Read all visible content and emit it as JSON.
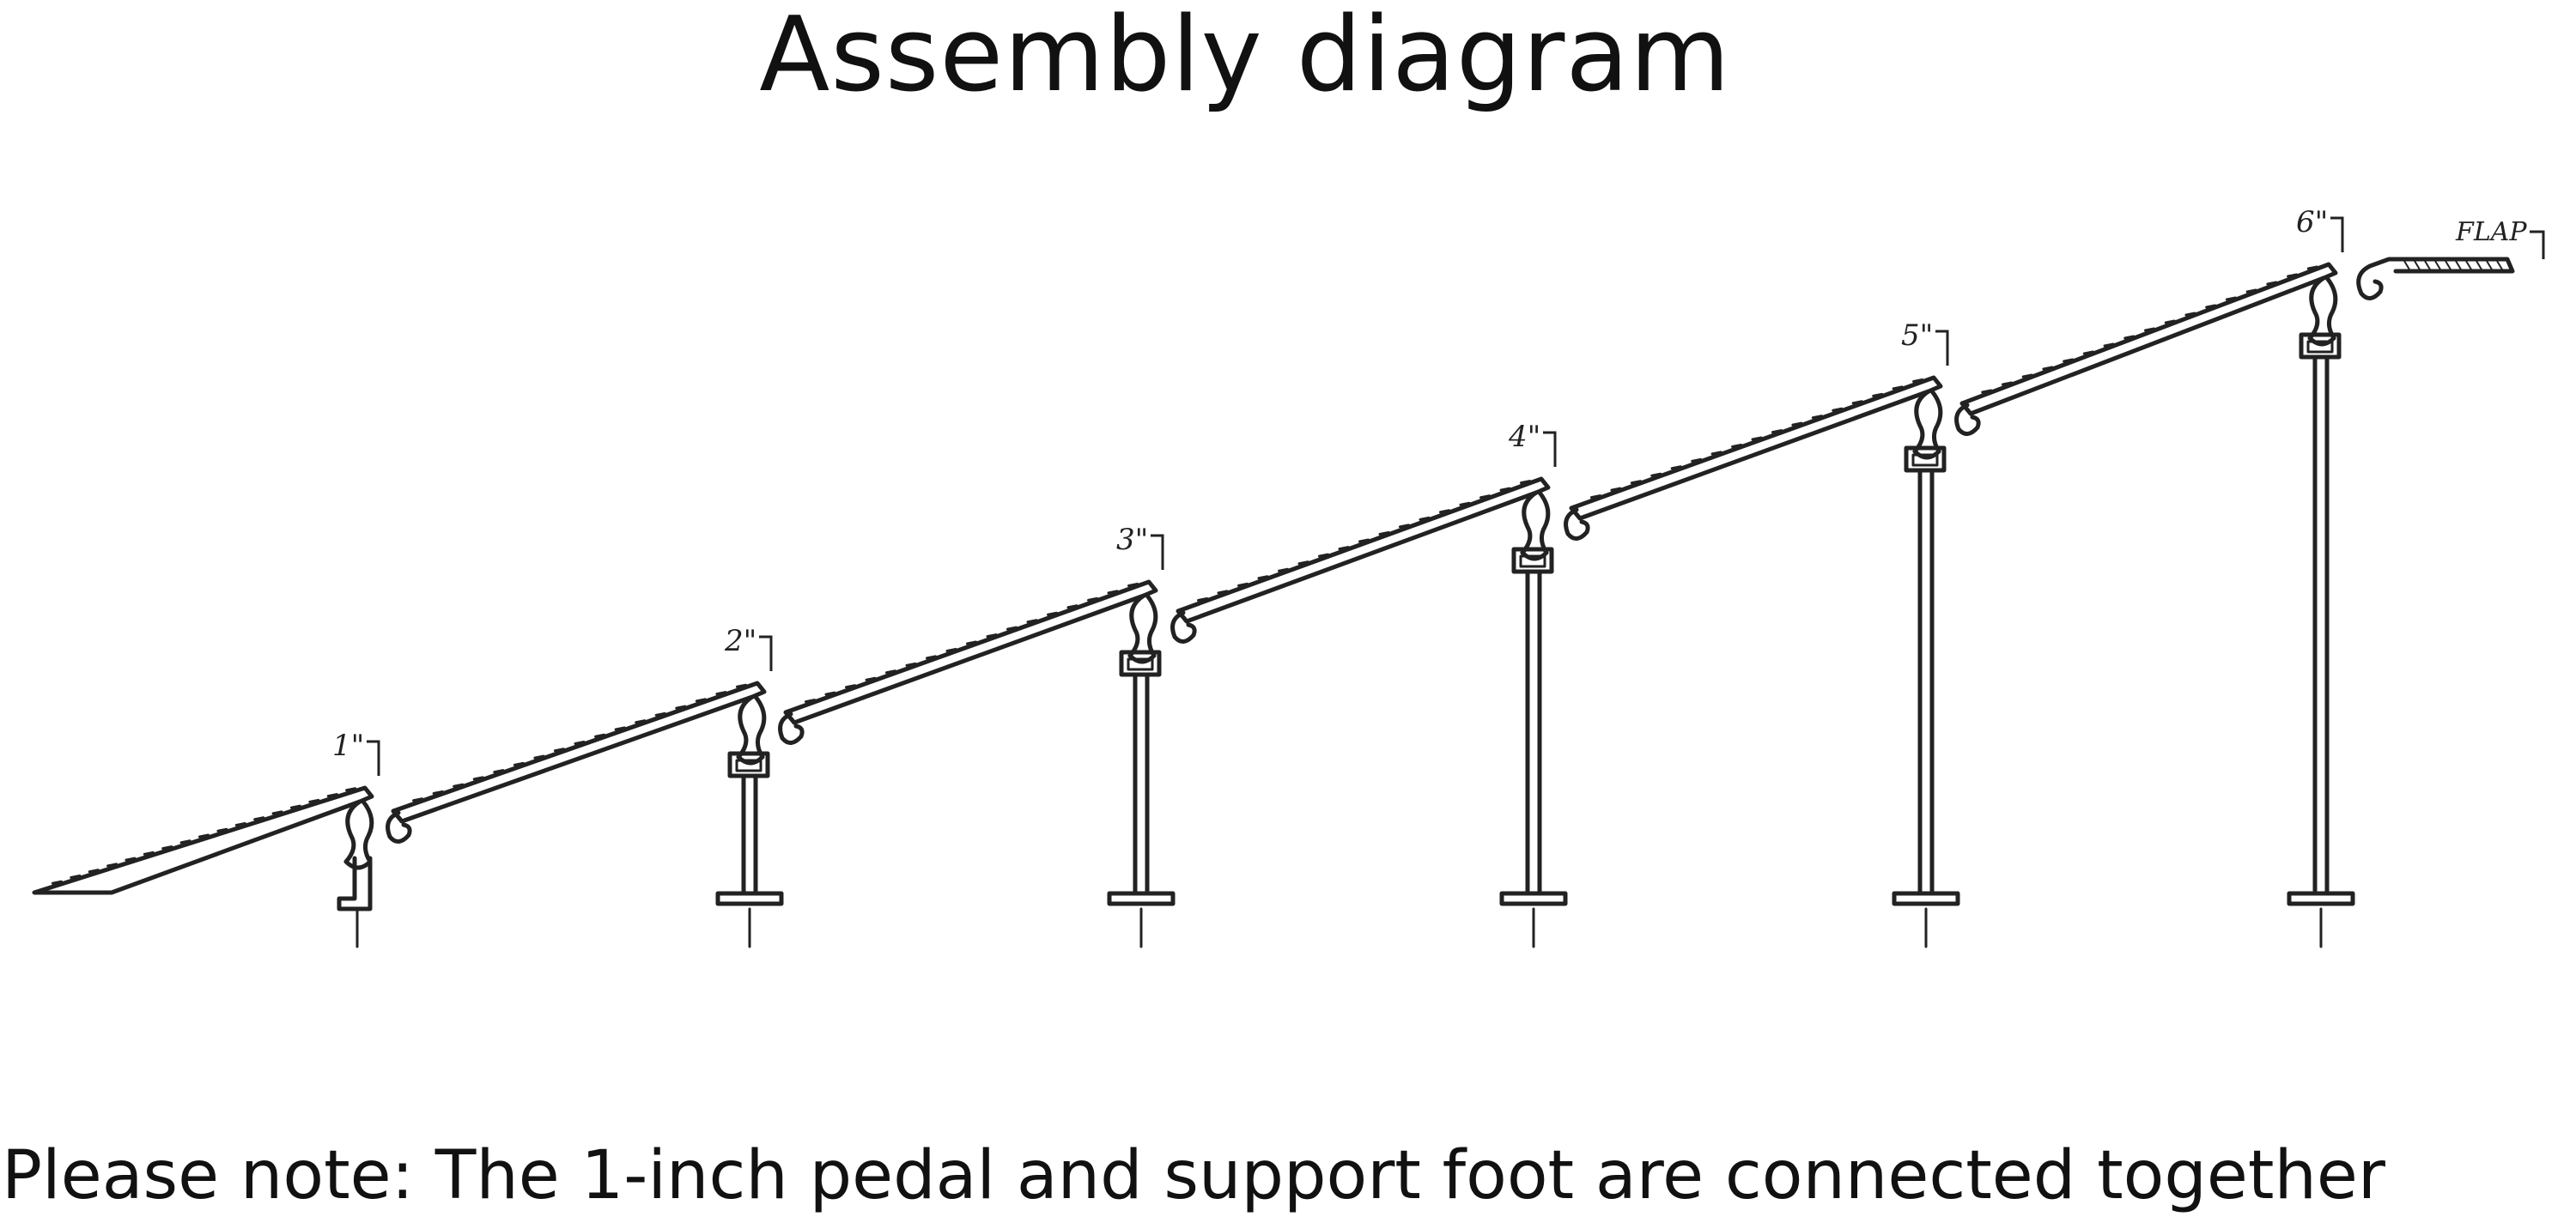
{
  "title": "Assembly diagram",
  "note": "Please note: The 1-inch pedal and support foot are connected together",
  "steps": [
    {
      "label": "1\""
    },
    {
      "label": "2\""
    },
    {
      "label": "3\""
    },
    {
      "label": "4\""
    },
    {
      "label": "5\""
    },
    {
      "label": "6\""
    }
  ],
  "flap_label": "FLAP",
  "colors": {
    "ink": "#222222",
    "background": "#ffffff"
  }
}
